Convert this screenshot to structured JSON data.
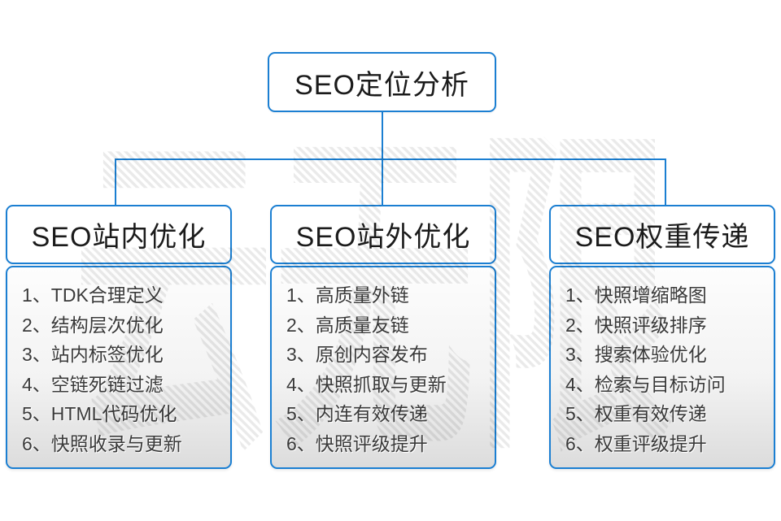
{
  "root": {
    "title": "SEO定位分析"
  },
  "branches": [
    {
      "title": "SEO站内优化",
      "items": [
        "1、TDK合理定义",
        "2、结构层次优化",
        "3、站内标签优化",
        "4、空链死链过滤",
        "5、HTML代码优化",
        "6、快照收录与更新"
      ]
    },
    {
      "title": "SEO站外优化",
      "items": [
        "1、高质量外链",
        "2、高质量友链",
        "3、原创内容发布",
        "4、快照抓取与更新",
        "5、内连有效传递",
        "6、快照评级提升"
      ]
    },
    {
      "title": "SEO权重传递",
      "items": [
        "1、快照增缩略图",
        "2、快照评级排序",
        "3、搜索体验优化",
        "4、检索与目标访问",
        "5、权重有效传递",
        "6、权重评级提升"
      ]
    }
  ],
  "watermark": "云无限",
  "colors": {
    "accent": "#1b7fd2",
    "item_text": "#3a3a3a",
    "header_text": "#1b1b1b",
    "list_bg_top": "#fdfdfd",
    "list_bg_bottom": "#dcdcdc",
    "watermark_stripe": "#e9e9e9"
  }
}
